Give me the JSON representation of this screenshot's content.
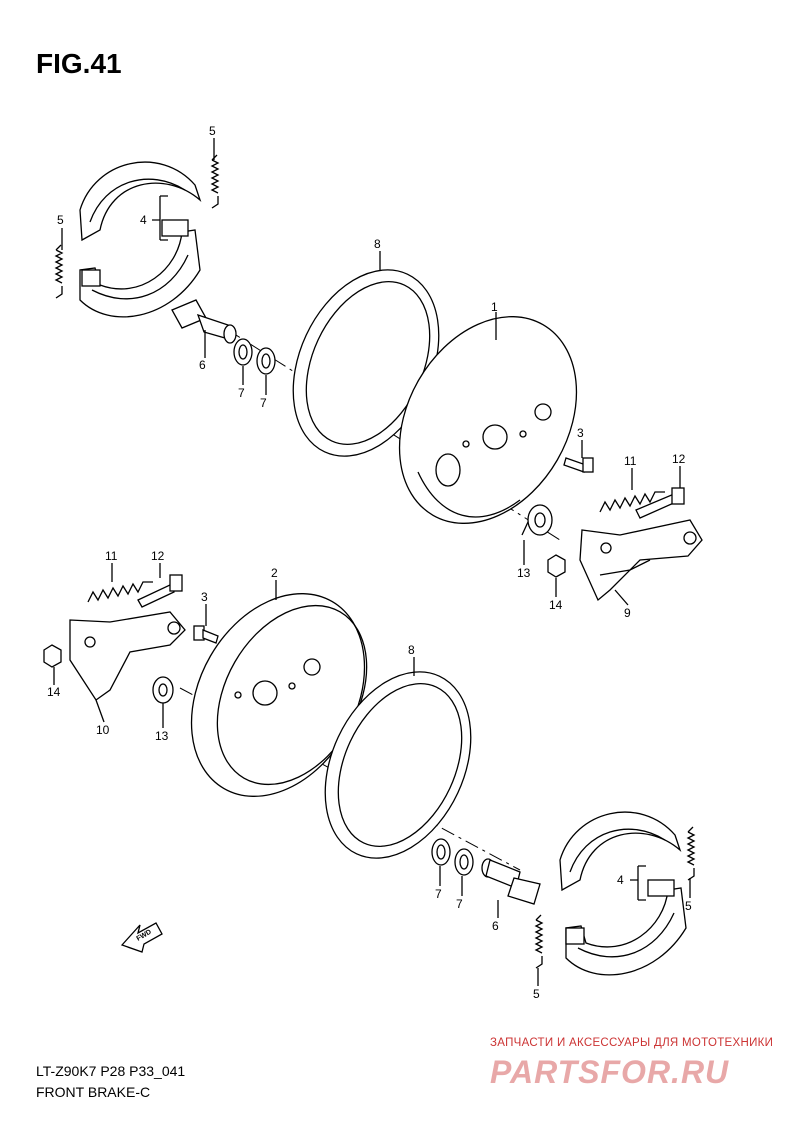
{
  "title": "FIG.41",
  "diagram_code": "LT-Z90K7 P28 P33_041",
  "section_title": "FRONT BRAKE-C",
  "watermark": {
    "tagline": "ЗАПЧАСТИ И АКСЕССУАРЫ ДЛЯ МОТОТЕХНИКИ",
    "logo": "PARTSFOR.RU",
    "color": "#cc3333"
  },
  "fwd_label": "FWD",
  "callouts": {
    "c1": "1",
    "c2": "2",
    "c3a": "3",
    "c3b": "3",
    "c4a": "4",
    "c4b": "4",
    "c5a": "5",
    "c5b": "5",
    "c5c": "5",
    "c5d": "5",
    "c6a": "6",
    "c6b": "6",
    "c7a": "7",
    "c7b": "7",
    "c7c": "7",
    "c7d": "7",
    "c8a": "8",
    "c8b": "8",
    "c9": "9",
    "c10": "10",
    "c11a": "11",
    "c11b": "11",
    "c12a": "12",
    "c12b": "12",
    "c13a": "13",
    "c13b": "13",
    "c14a": "14",
    "c14b": "14"
  }
}
